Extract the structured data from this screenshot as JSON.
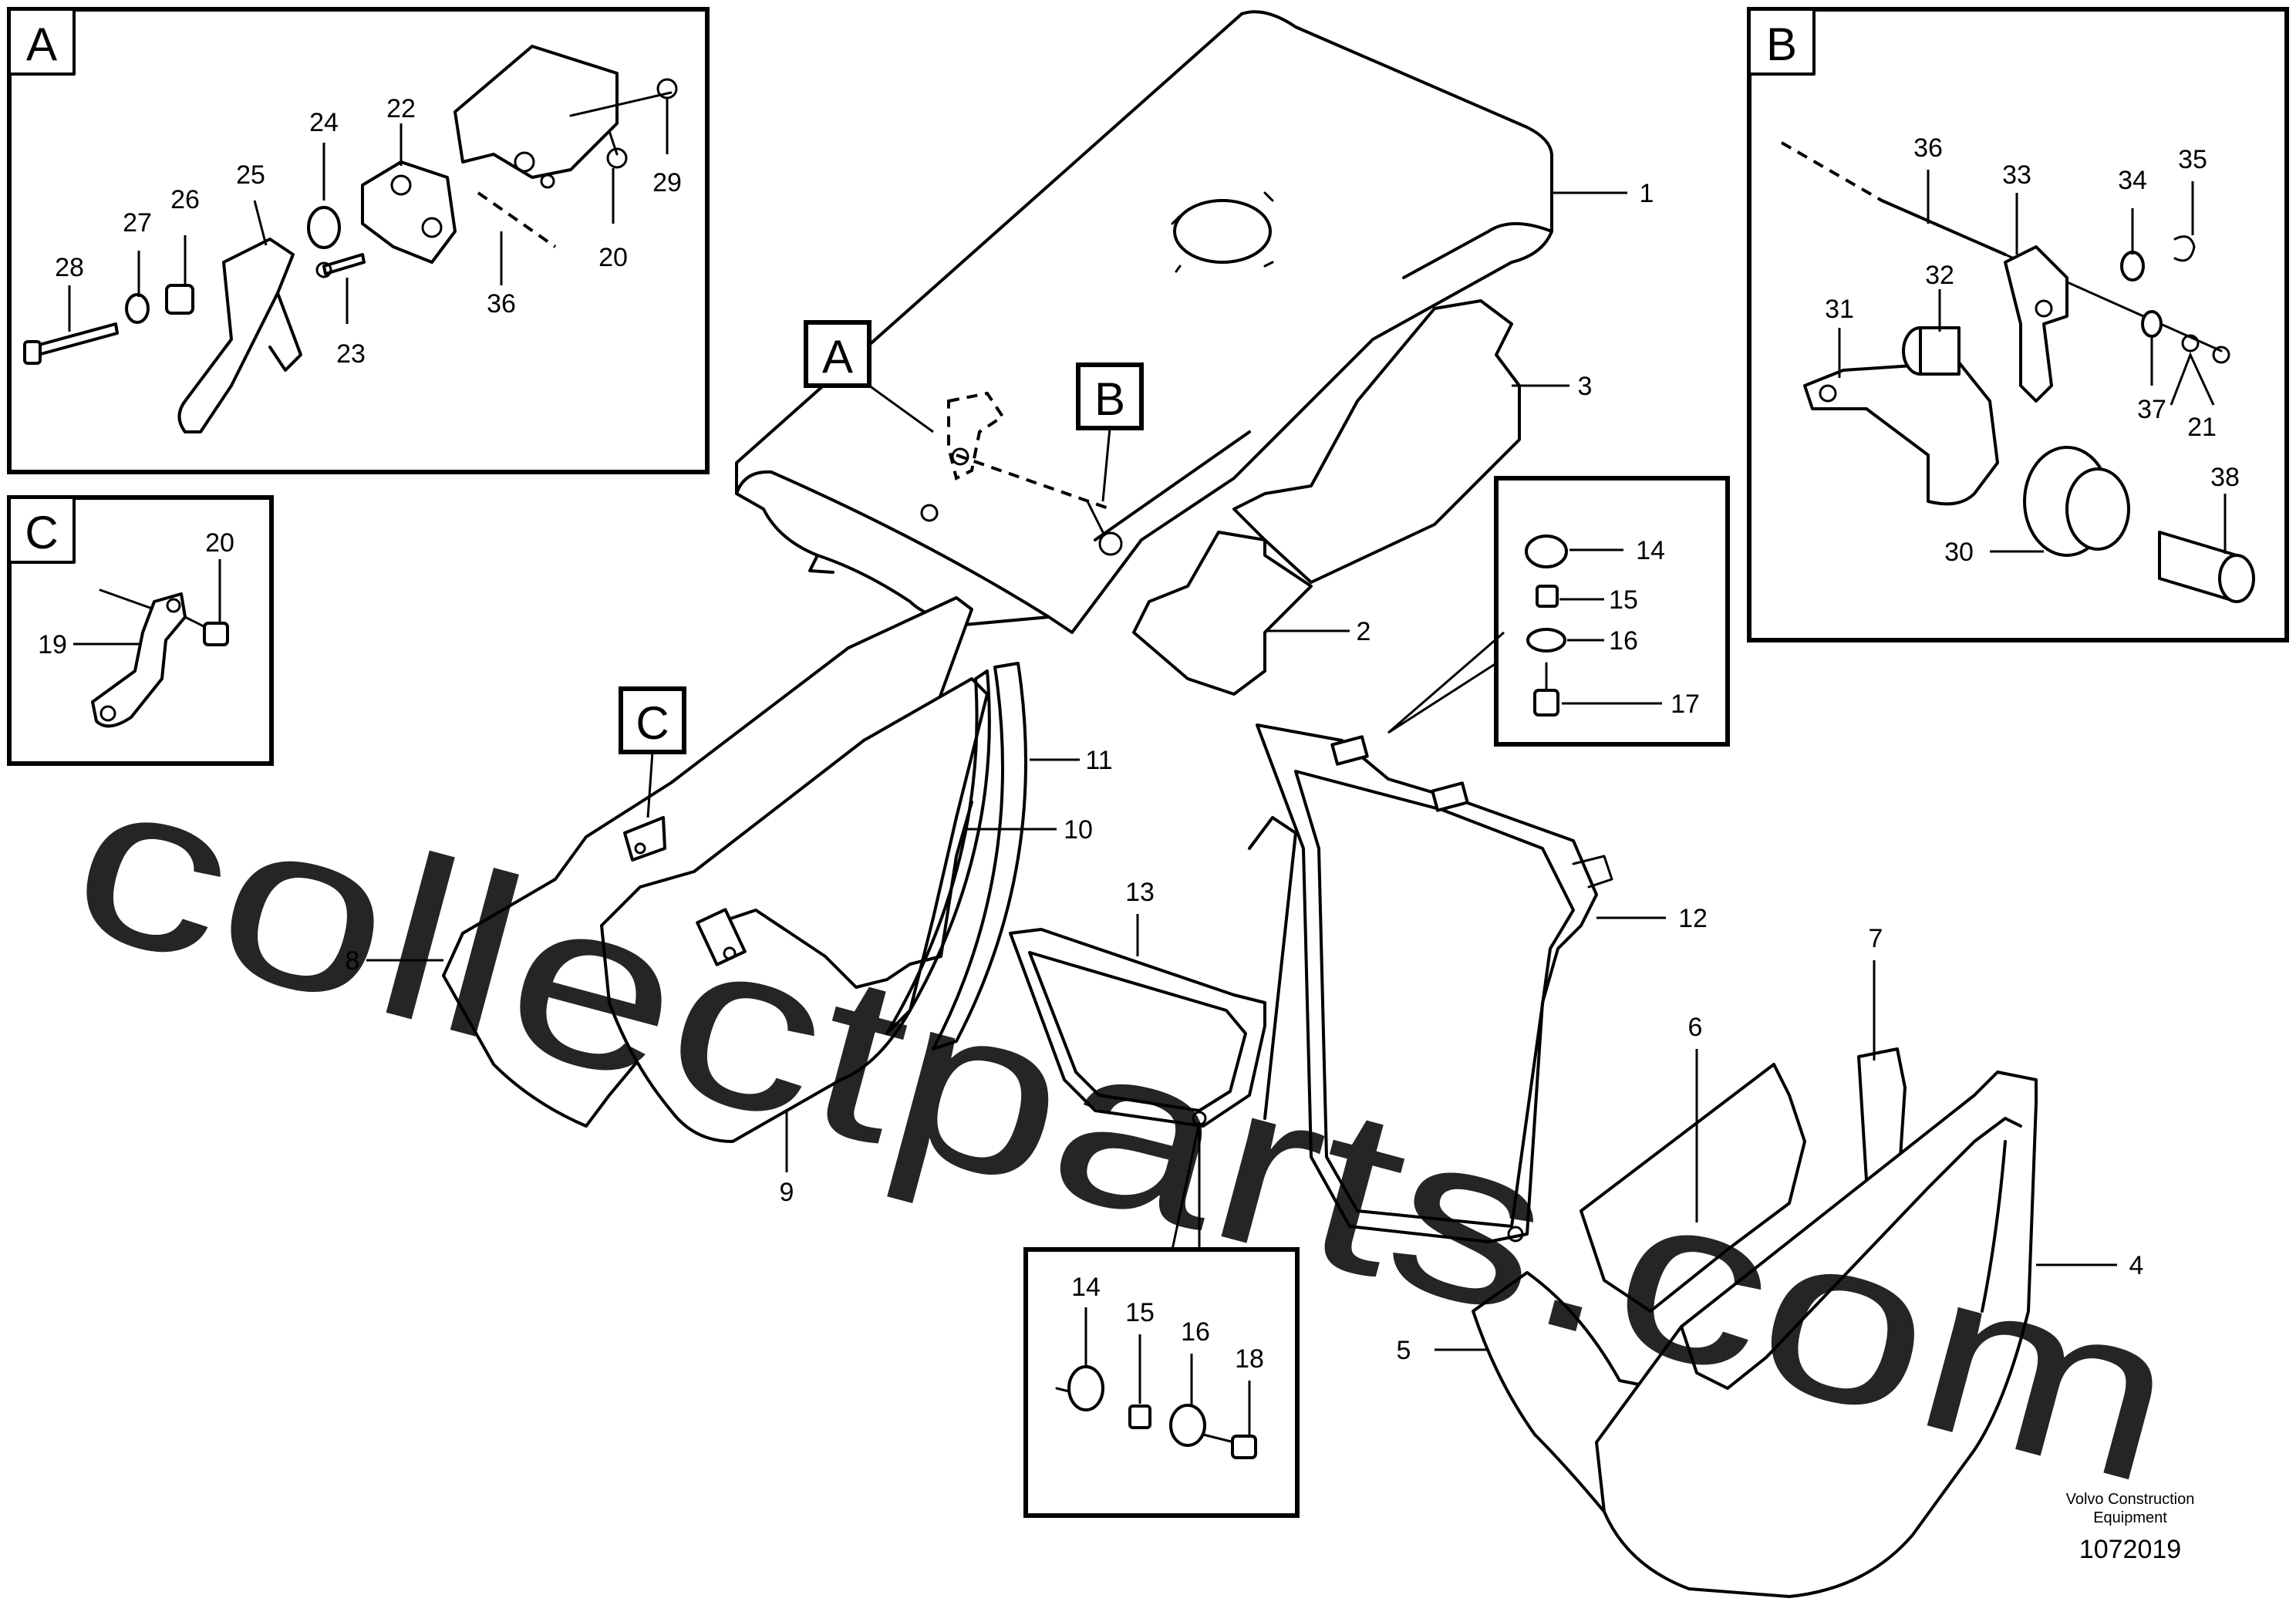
{
  "detail_boxes": {
    "A": {
      "letter": "A",
      "labels": [
        "24",
        "22",
        "25",
        "27",
        "26",
        "28",
        "23",
        "36",
        "20",
        "29"
      ]
    },
    "B": {
      "letter": "B",
      "labels": [
        "36",
        "33",
        "34",
        "35",
        "31",
        "32",
        "37",
        "21",
        "30",
        "38"
      ]
    },
    "C": {
      "letter": "C",
      "labels": [
        "20",
        "19"
      ]
    },
    "D": {
      "labels": [
        "14",
        "15",
        "16",
        "17"
      ]
    },
    "E": {
      "labels": [
        "14",
        "15",
        "16",
        "18"
      ]
    }
  },
  "callouts": {
    "A": "A",
    "B": "B",
    "C": "C"
  },
  "part_labels": [
    "1",
    "2",
    "3",
    "4",
    "5",
    "6",
    "7",
    "8",
    "9",
    "10",
    "11",
    "12",
    "13"
  ],
  "watermark": "collectparts.com",
  "footer": {
    "brand_line1": "Volvo Construction",
    "brand_line2": "Equipment",
    "doc_number": "1072019"
  },
  "colors": {
    "line": "#000000",
    "background": "#ffffff",
    "watermark": "#e8a9a9"
  }
}
